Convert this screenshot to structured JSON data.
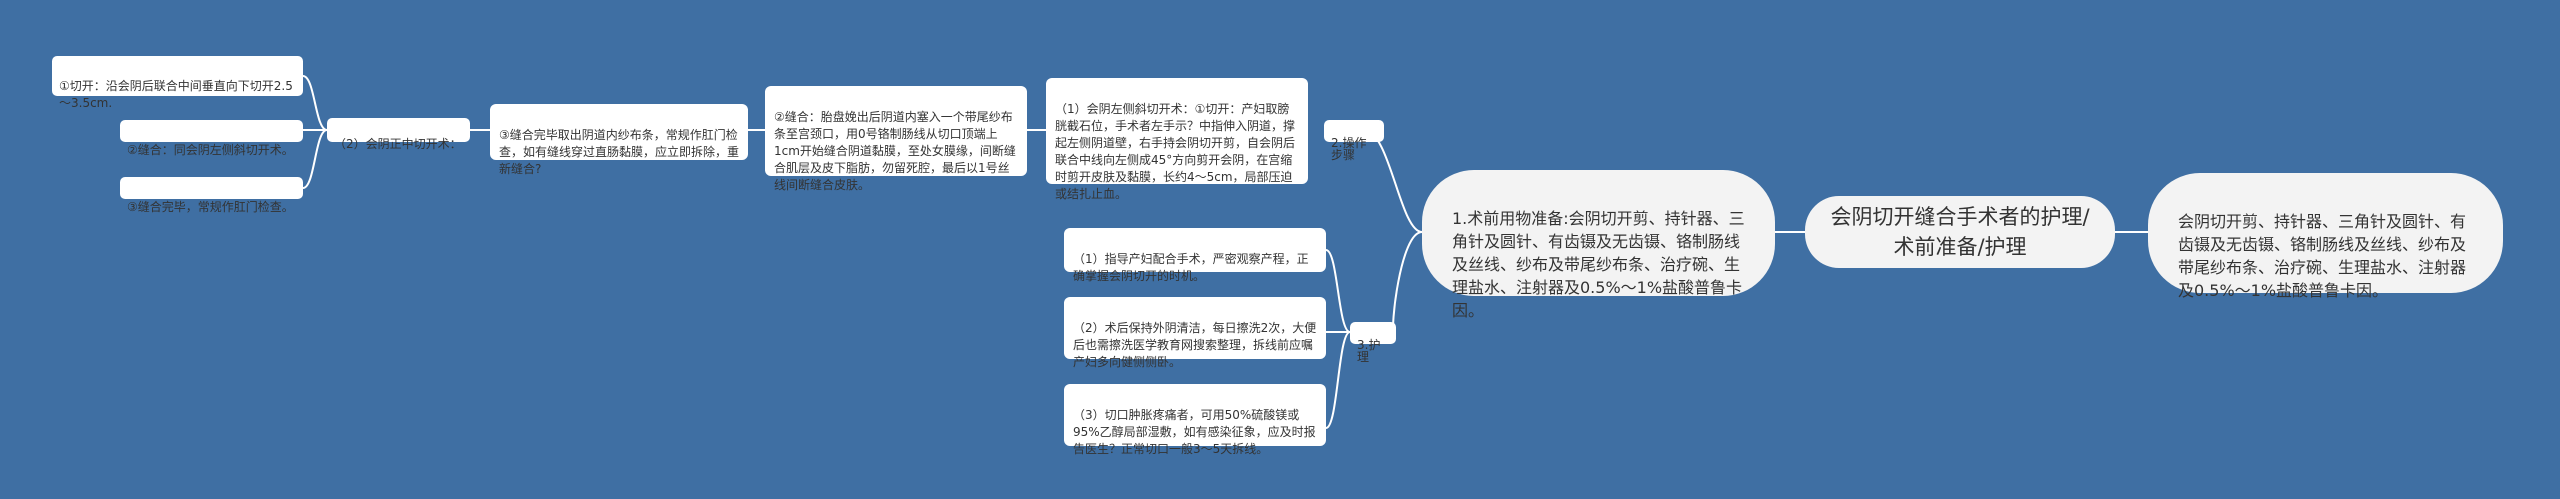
{
  "diagram": {
    "root": "会阴切开缝合手术者的护理/术前准备/护理",
    "right_node": "会阴切开剪、持针器、三角针及圆针、有齿镊及无齿镊、铬制肠线及丝线、纱布及带尾纱布条、治疗碗、生理盐水、注射器及0.5%～1%盐酸普鲁卡因。",
    "prep_node": "1.术前用物准备:会阴切开剪、持针器、三角针及圆针、有齿镊及无齿镊、铬制肠线及丝线、纱布及带尾纱布条、治疗碗、生理盐水、注射器及0.5%～1%盐酸普鲁卡因。",
    "steps_label": "2.操作步骤",
    "care_label": "3.护理",
    "steps_text": "（1）会阴左侧斜切开术：①切开：产妇取膀胱截石位，手术者左手示？中指伸入阴道，撑起左侧阴道壁，右手持会阴切开剪，自会阴后联合中线向左侧成45°方向剪开会阴，在宫缩时剪开皮肤及黏膜，长约4～5cm，局部压迫或结扎止血。",
    "suture_text": "②缝合：胎盘娩出后阴道内塞入一个带尾纱布条至宫颈口，用0号铬制肠线从切口顶端上1cm开始缝合阴道黏膜，至处女膜缘，间断缝合肌层及皮下脂肪，勿留死腔，最后以1号丝线间断缝合皮肤。",
    "finish_text": "③缝合完毕取出阴道内纱布条，常规作肛门检查，如有缝线穿过直肠黏膜，应立即拆除，重新缝合?",
    "midline_label": "（2）会阴正中切开术：",
    "midline_items": [
      "①切开：沿会阴后联合中间垂直向下切开2.5～3.5cm.",
      "②缝合：同会阴左侧斜切开术。",
      "③缝合完毕，常规作肛门检查。"
    ],
    "care_items": [
      "（1）指导产妇配合手术，严密观察产程，正确掌握会阴切开的时机。",
      "（2）术后保持外阴清洁，每日擦洗2次，大便后也需擦洗医学教育网搜索整理，拆线前应嘱产妇多向健侧侧卧。",
      "（3）切口肿胀疼痛者，可用50%硫酸镁或95%乙醇局部湿敷，如有感染征象，应及时报告医生？正常切口一般3～5天拆线。"
    ]
  }
}
